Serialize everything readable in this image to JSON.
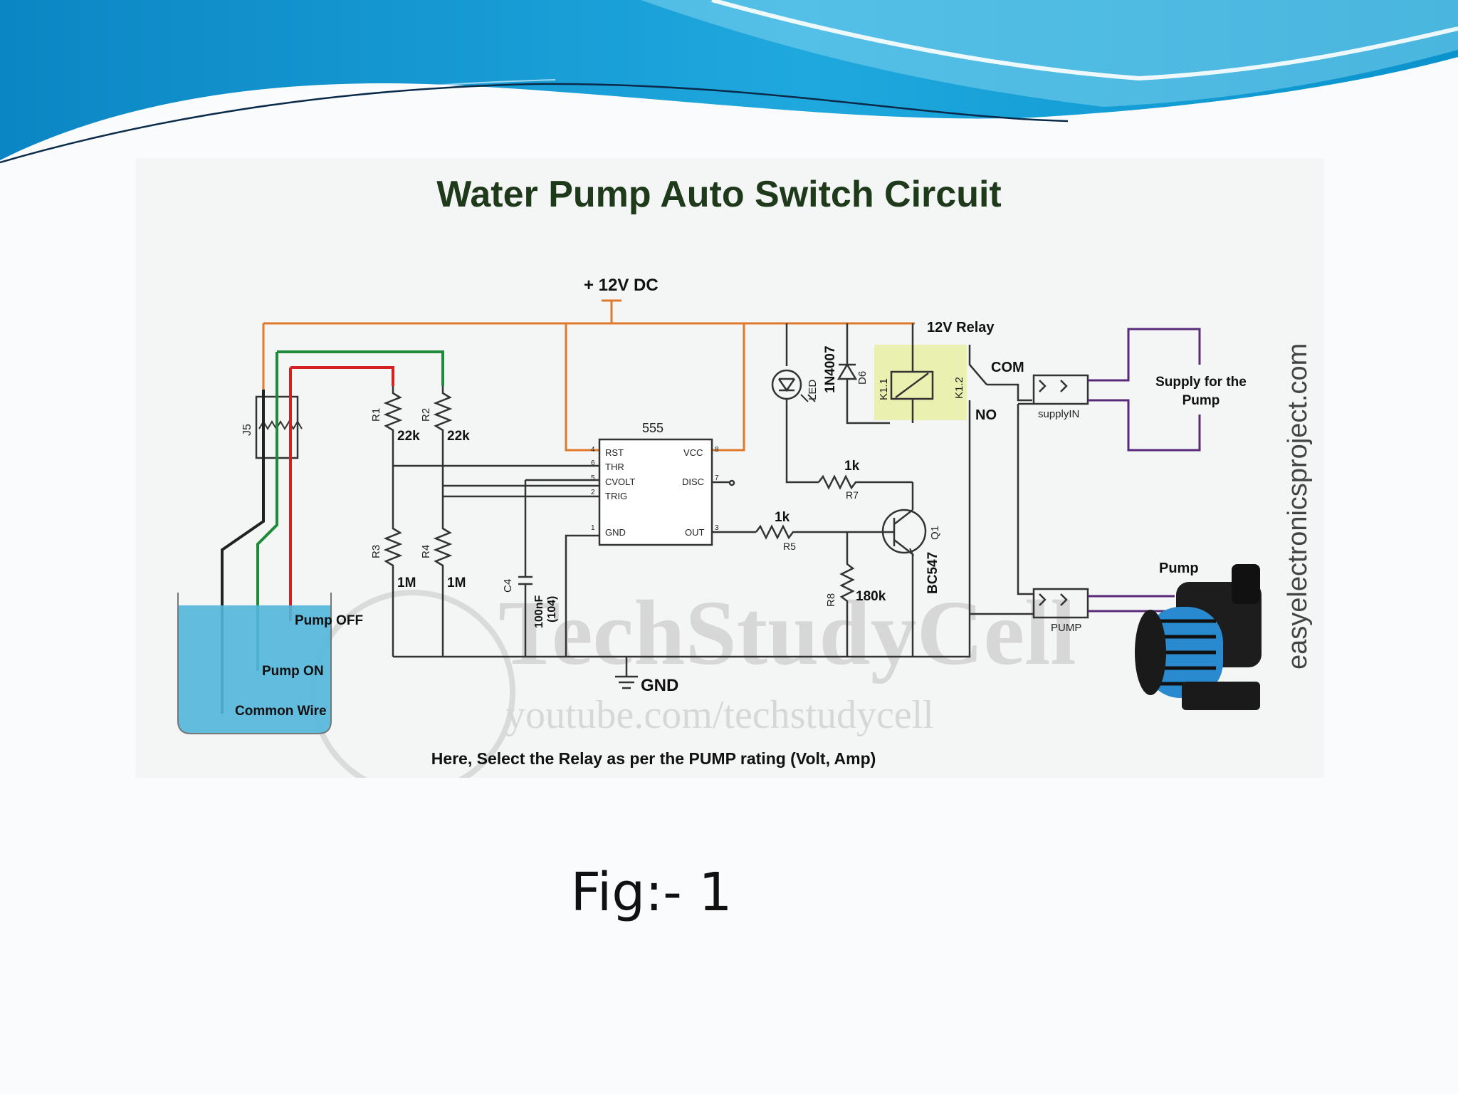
{
  "slide": {
    "caption": "Fig:- 1",
    "header_colors": [
      "#0a8fc9",
      "#27b4e3",
      "#ffffff"
    ]
  },
  "diagram": {
    "title": "Water Pump Auto Switch Circuit",
    "supply": "+ 12V DC",
    "ground": "GND",
    "ic": {
      "name": "555",
      "pins_left": [
        "RST",
        "THR",
        "CVOLT",
        "TRIG",
        "GND"
      ],
      "pins_right": [
        "VCC",
        "DISC",
        "OUT"
      ],
      "pin_numbers": [
        "4",
        "6",
        "5",
        "2",
        "1",
        "8",
        "7",
        "3"
      ]
    },
    "connector": "J5",
    "components": {
      "r1": {
        "ref": "R1",
        "value": "22k"
      },
      "r2": {
        "ref": "R2",
        "value": "22k"
      },
      "r3": {
        "ref": "R3",
        "value": "1M"
      },
      "r4": {
        "ref": "R4",
        "value": "1M"
      },
      "r5": {
        "ref": "R5",
        "value": "1k"
      },
      "r7": {
        "ref": "R7",
        "value": "1k"
      },
      "r8": {
        "ref": "R8",
        "value": "180k"
      },
      "c4": {
        "ref": "C4",
        "value": "100nF",
        "value2": "(104)"
      },
      "led": {
        "ref": "LED"
      },
      "diode": {
        "ref": "D6",
        "value": "1N4007"
      },
      "transistor": {
        "ref": "Q1",
        "value": "BC547"
      },
      "relay_coil": {
        "ref": "K1.1"
      },
      "relay_switch": {
        "ref": "K1.2"
      }
    },
    "relay": {
      "title": "12V Relay",
      "com": "COM",
      "no": "NO"
    },
    "terminals": {
      "supply": "supplyIN",
      "pump": "PUMP"
    },
    "supply_box": {
      "line1": "Supply for the",
      "line2": "Pump"
    },
    "pump_label": "Pump",
    "tank": {
      "pump_off": "Pump OFF",
      "pump_on": "Pump ON",
      "common": "Common Wire"
    },
    "note": "Here, Select the Relay as per the PUMP rating (Volt, Amp)",
    "side_text": "easyelectronicsproject.com",
    "watermark": {
      "brand": "TechStudyCell",
      "url": "youtube.com/techstudycell"
    },
    "wire_colors": {
      "supply": "#e07a2a",
      "red": "#d42020",
      "green": "#1f8a3a",
      "black": "#222222",
      "purple": "#5a2a7a",
      "wire": "#333333"
    }
  }
}
